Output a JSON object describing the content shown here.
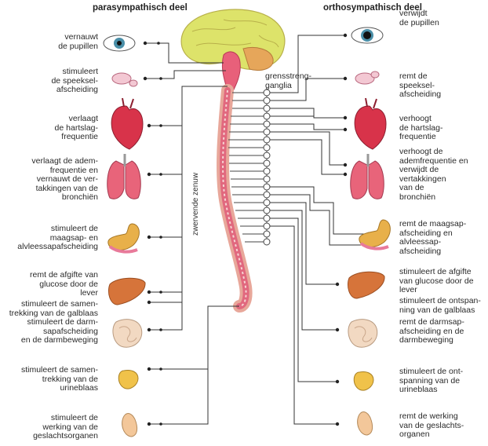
{
  "headers": {
    "left": "parasympathisch deel",
    "right": "orthosympathisch deel"
  },
  "annotations": {
    "ganglia": "grensstreng-\nganglia",
    "vagus": "zwervende zenuw"
  },
  "left_labels": [
    "vernauwt\nde pupillen",
    "stimuleert\nde speeksel-\nafscheiding",
    "verlaagt\nde hartslag-\nfrequentie",
    "verlaagt de adem-\nfrequentie en\nvernauwt de ver-\ntakkingen van de\nbronchiën",
    "stimuleert de\nmaagsap- en\nalvleessapafscheiding",
    "remt de afgifte van\nglucose door de\nlever",
    "stimuleert de samen-\ntrekking van de galblaas",
    "stimuleert de darm-\nsapafscheiding\nen de darmbeweging",
    "stimuleert de samen-\ntrekking van de\nurineblaas",
    "stimuleert de\nwerking van de\ngeslachtsorganen"
  ],
  "right_labels": [
    "verwijdt\nde pupillen",
    "remt de\nspeeksel-\nafscheiding",
    "verhoogt\nde hartslag-\nfrequentie",
    "verhoogt de\nademfrequentie en\nverwijdt de\nvertakkingen\nvan de\nbronchiën",
    "remt de maagsap-\nafscheiding en\nalvleessap-\nafscheiding",
    "stimuleert de afgifte\nvan glucose door de\nlever",
    "stimuleert de ontspan-\nning van de galblaas",
    "remt de darmsap-\nafscheiding en de\ndarmbeweging",
    "stimuleert de ont-\nspanning van de\nurineblaas",
    "remt de werking\nvan de geslachts-\norganen"
  ],
  "organs": [
    "eye-icon",
    "salivary-gland-icon",
    "heart-icon",
    "lungs-icon",
    "stomach-icon",
    "liver-icon",
    "intestine-icon",
    "bladder-icon",
    "genital-organ-icon"
  ]
}
